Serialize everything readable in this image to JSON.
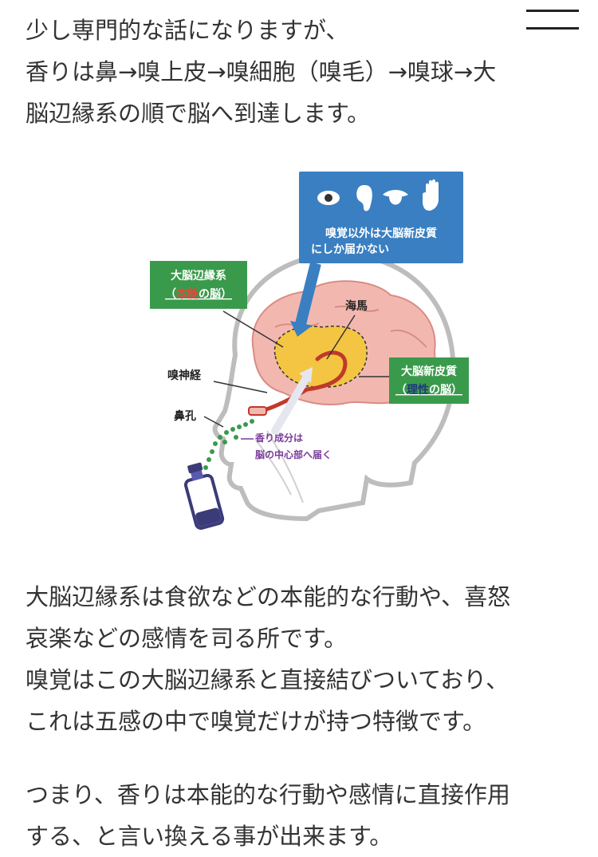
{
  "header": {
    "menu_icon": "hamburger-menu-icon"
  },
  "intro": {
    "line1": "少し専門的な話になりますが、",
    "line2": "香りは鼻→嗅上皮→嗅細胞（嗅毛）→嗅球→大",
    "line3": "脳辺縁系の順で脳へ到達します。"
  },
  "figure": {
    "callout_top": {
      "line1": "嗅覚以外は大脳新皮質",
      "line2": "にしか届かない",
      "icons": [
        "eye-icon",
        "ear-icon",
        "tongue-icon",
        "hand-icon"
      ]
    },
    "limbic_label": {
      "title": "大脳辺縁系",
      "sub_prefix": "（",
      "sub_highlight": "本能",
      "sub_suffix": "の脳）"
    },
    "neocortex_label": {
      "title": "大脳新皮質",
      "sub_prefix": "（",
      "sub_highlight": "理性",
      "sub_suffix": "の脳）"
    },
    "hippocampus": "海馬",
    "olfactory_nerve": "嗅神経",
    "nostril": "鼻孔",
    "scent_note": {
      "line1": "香り成分は",
      "line2": "脳の中心部へ届く"
    },
    "colors": {
      "callout_blue": "#3a7fc1",
      "label_green": "#3a9a4b",
      "brain_pink": "#f2b8b0",
      "limbic_yellow": "#f4c542",
      "scent_purple": "#7a3a9a",
      "highlight_red": "#e8453c",
      "highlight_navy": "#1f3a7a"
    }
  },
  "body": {
    "line1": "大脳辺縁系は食欲などの本能的な行動や、喜怒",
    "line2": "哀楽などの感情を司る所です。",
    "line3": "嗅覚はこの大脳辺縁系と直接結びついており、",
    "line4": "これは五感の中で嗅覚だけが持つ特徴です。"
  },
  "conclusion": {
    "line1": "つまり、香りは本能的な行動や感情に直接作用",
    "line2": "する、と言い換える事が出来ます。"
  }
}
